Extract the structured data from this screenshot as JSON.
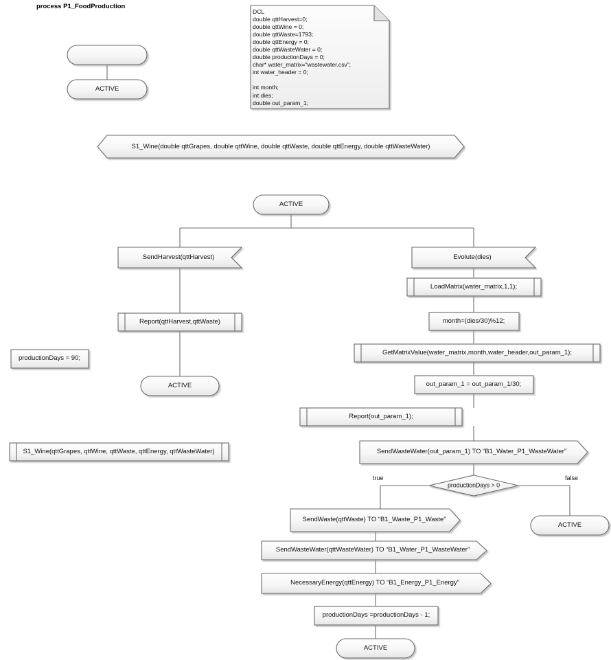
{
  "diagram": {
    "title": "process P1_FoodProduction",
    "kind": "sdl-process-flowchart",
    "colors": {
      "shape_fill_top": "#fdfdfd",
      "shape_fill_bottom": "#e9e9e9",
      "shape_stroke": "#6b6b6b",
      "line": "#6b6b6b",
      "text": "#101010",
      "background": "#ffffff",
      "shadow": "#b9b9b9"
    }
  },
  "note": {
    "name": "dcl-note",
    "lines": [
      "DCL",
      "double qttHarvest=0;",
      "double qttWine = 0;",
      "double qttWaste=1793;",
      "double qttEnergy = 0;",
      "double qttWasteWater = 0;",
      "double productionDays = 0;",
      "char* water_matrix=“wastewater.csv”;",
      "int water_header = 0;",
      "",
      "int month;",
      "int dies;",
      "double out_param_1;"
    ]
  },
  "nodes": {
    "start_symbol": {
      "label": "",
      "shape": "start"
    },
    "state_initial": {
      "label": "ACTIVE",
      "shape": "state"
    },
    "signal_decl": {
      "label": "S1_Wine(double qttGrapes, double qttWine, double qttWaste, double qttEnergy, double qttWasteWater)",
      "shape": "signal-bidirectional"
    },
    "state_active_main": {
      "label": "ACTIVE",
      "shape": "state"
    },
    "input_send_harvest": {
      "label": "SendHarvest(qttHarvest)",
      "shape": "input"
    },
    "call_report_harvest": {
      "label": "Report(qttHarvest,qttWaste)",
      "shape": "procedure-call"
    },
    "state_active_left": {
      "label": "ACTIVE",
      "shape": "state"
    },
    "input_evolute": {
      "label": "Evolute(dies)",
      "shape": "input"
    },
    "call_load_matrix": {
      "label": "LoadMatrix(water_matrix,1,1);",
      "shape": "procedure-call"
    },
    "task_month": {
      "label": "month=(dies/30)%12;",
      "shape": "task"
    },
    "call_get_matrix_value": {
      "label": "GetMatrixValue(water_matrix,month,water_header,out_param_1);",
      "shape": "procedure-call"
    },
    "task_out_param": {
      "label": "out_param_1 = out_param_1/30;",
      "shape": "task"
    },
    "call_report_out_param": {
      "label": "Report(out_param_1);",
      "shape": "procedure-call"
    },
    "output_send_wastewater_1": {
      "label": "SendWasteWater(out_param_1) TO “B1_Water_P1_WasteWater”",
      "shape": "output"
    },
    "decision_production_days": {
      "label": "productionDays > 0",
      "shape": "decision"
    },
    "branch_true": {
      "label": "true"
    },
    "branch_false": {
      "label": "false"
    },
    "output_send_waste": {
      "label": "SendWaste(qttWaste) TO “B1_Waste_P1_Waste”",
      "shape": "output"
    },
    "state_active_false": {
      "label": "ACTIVE",
      "shape": "state"
    },
    "output_send_wastewater_2": {
      "label": "SendWasteWater(qttWasteWater) TO “B1_Water_P1_WasteWater”",
      "shape": "output"
    },
    "output_necessary_energy": {
      "label": "NecessaryEnergy(qttEnergy) TO “B1_Energy_P1_Energy”",
      "shape": "output"
    },
    "task_decrement_days": {
      "label": "productionDays =productionDays - 1;",
      "shape": "task"
    },
    "state_active_bottom": {
      "label": "ACTIVE",
      "shape": "state"
    },
    "task_production_days_90": {
      "label": "productionDays = 90;",
      "shape": "task"
    },
    "call_s1_wine": {
      "label": "S1_Wine(qttGrapes, qttWine, qttWaste, qttEnergy, qttWasteWater)",
      "shape": "procedure-call"
    }
  }
}
